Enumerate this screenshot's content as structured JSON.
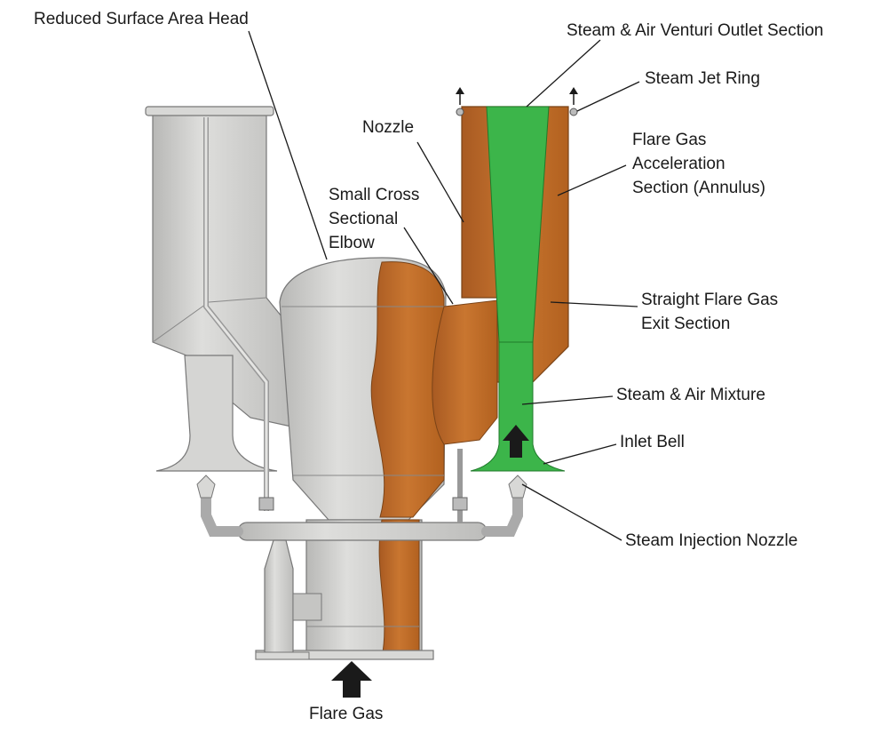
{
  "labels": {
    "reduced_head": "Reduced Surface Area Head",
    "venturi_outlet": "Steam & Air Venturi Outlet Section",
    "jet_ring": "Steam Jet Ring",
    "nozzle": "Nozzle",
    "accel_1": "Flare Gas",
    "accel_2": "Acceleration",
    "accel_3": "Section (Annulus)",
    "elbow_1": "Small Cross",
    "elbow_2": "Sectional",
    "elbow_3": "Elbow",
    "straight_1": "Straight Flare Gas",
    "straight_2": "Exit Section",
    "mixture": "Steam & Air Mixture",
    "inlet_bell": "Inlet Bell",
    "injection_nozzle": "Steam Injection Nozzle",
    "flare_gas": "Flare Gas"
  },
  "colors": {
    "steel": "#cfcfcd",
    "steel_dark": "#a9a9a7",
    "steel_light": "#e4e4e2",
    "copper": "#c4712b",
    "copper_dark": "#9b5520",
    "green": "#3cb54a",
    "outline": "#555555",
    "arrow": "#1a1a1a"
  }
}
